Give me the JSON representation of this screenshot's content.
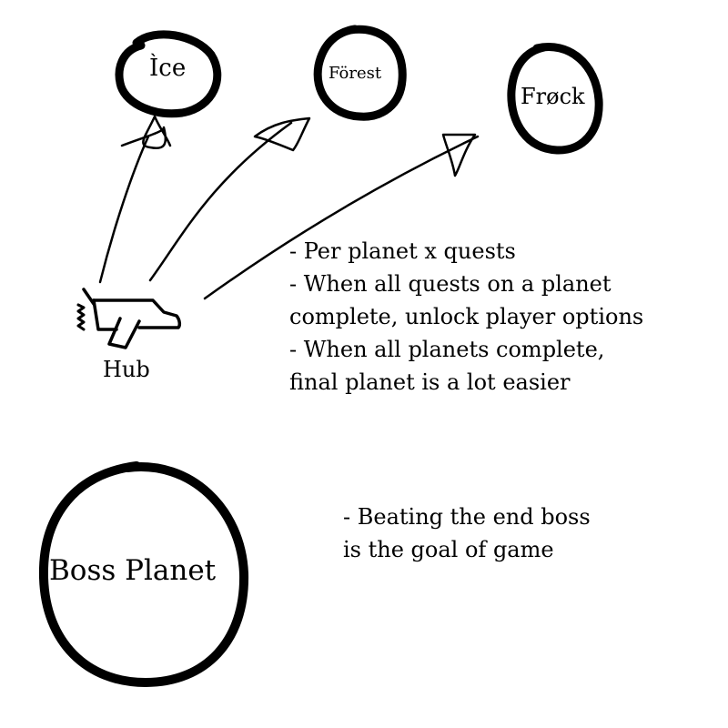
{
  "planets": {
    "ice": "Ìce",
    "forest": "Förest",
    "frock": "Frøck",
    "boss": "Boss Planet"
  },
  "hub": {
    "label": "Hub",
    "icon": "spaceship-icon"
  },
  "notes": {
    "quests": [
      "- Per planet x quests",
      "- When all quests on a planet",
      "complete, unlock player options",
      "- When all planets complete,",
      "final planet is a lot easier"
    ],
    "boss": [
      "- Beating the end boss",
      "is the goal of game"
    ]
  },
  "colors": {
    "ink": "#000000",
    "background": "#ffffff"
  }
}
